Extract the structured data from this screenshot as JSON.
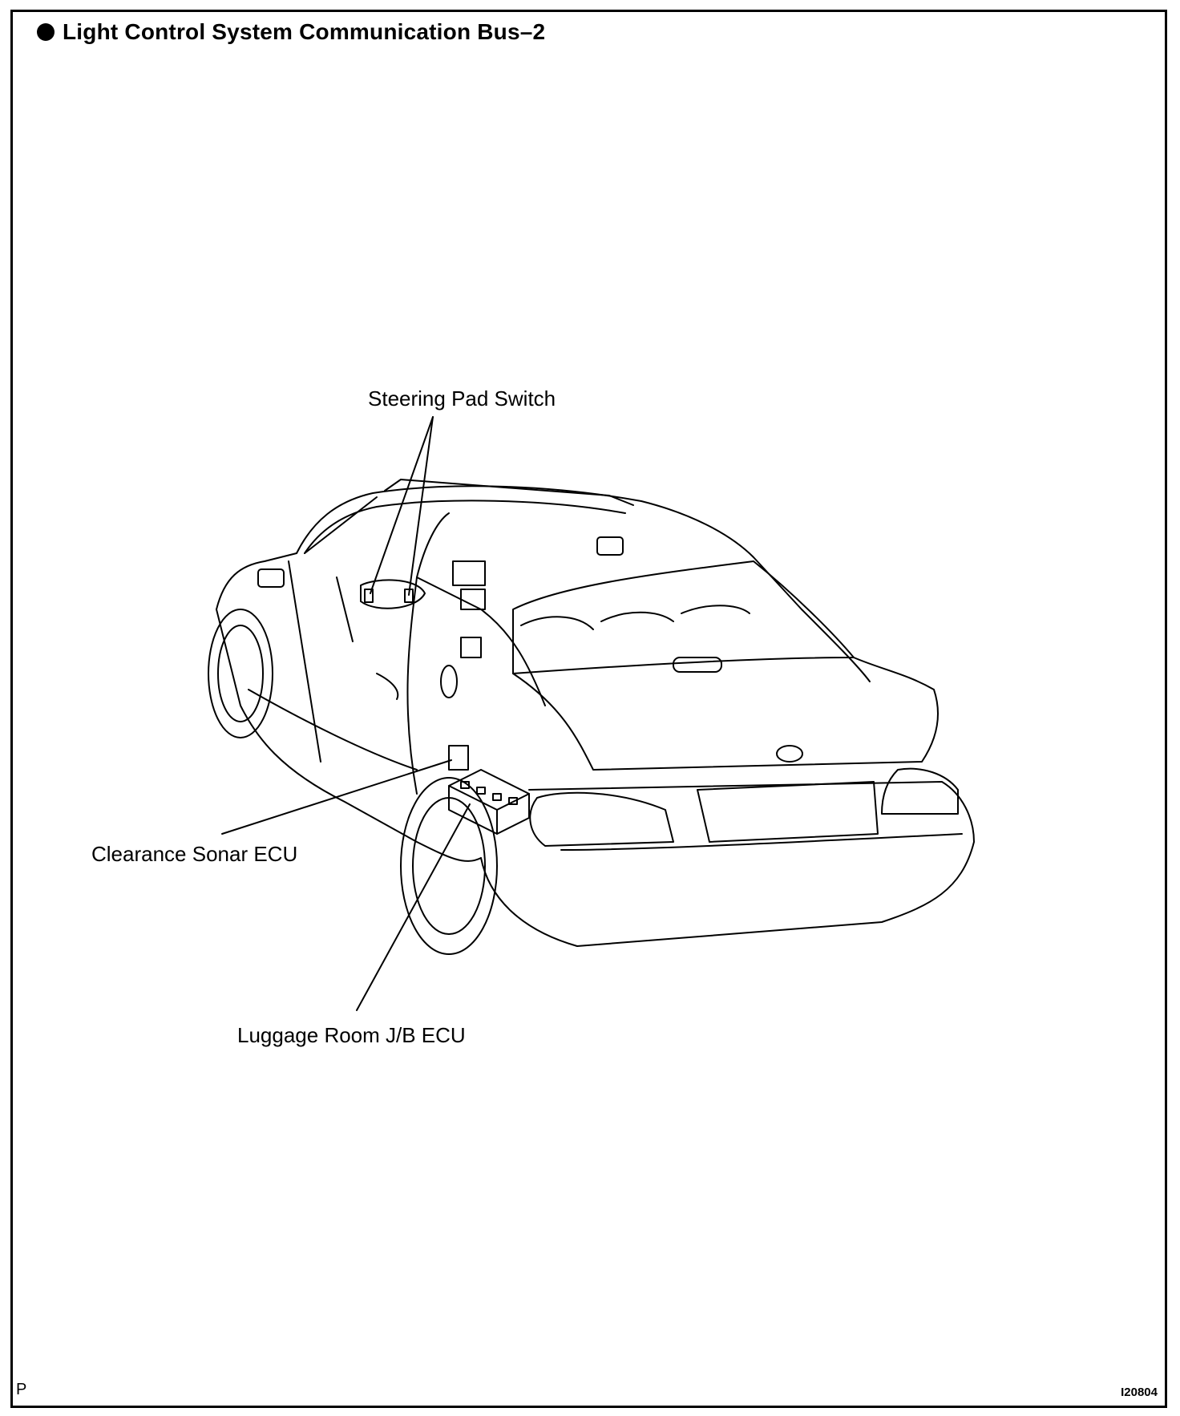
{
  "title": "Light Control System Communication Bus–2",
  "labels": {
    "steering_pad_switch": "Steering Pad Switch",
    "clearance_sonar_ecu": "Clearance Sonar ECU",
    "luggage_room_jb_ecu": "Luggage Room J/B ECU"
  },
  "footer": {
    "page_marker": "P",
    "figure_code": "I20804"
  }
}
